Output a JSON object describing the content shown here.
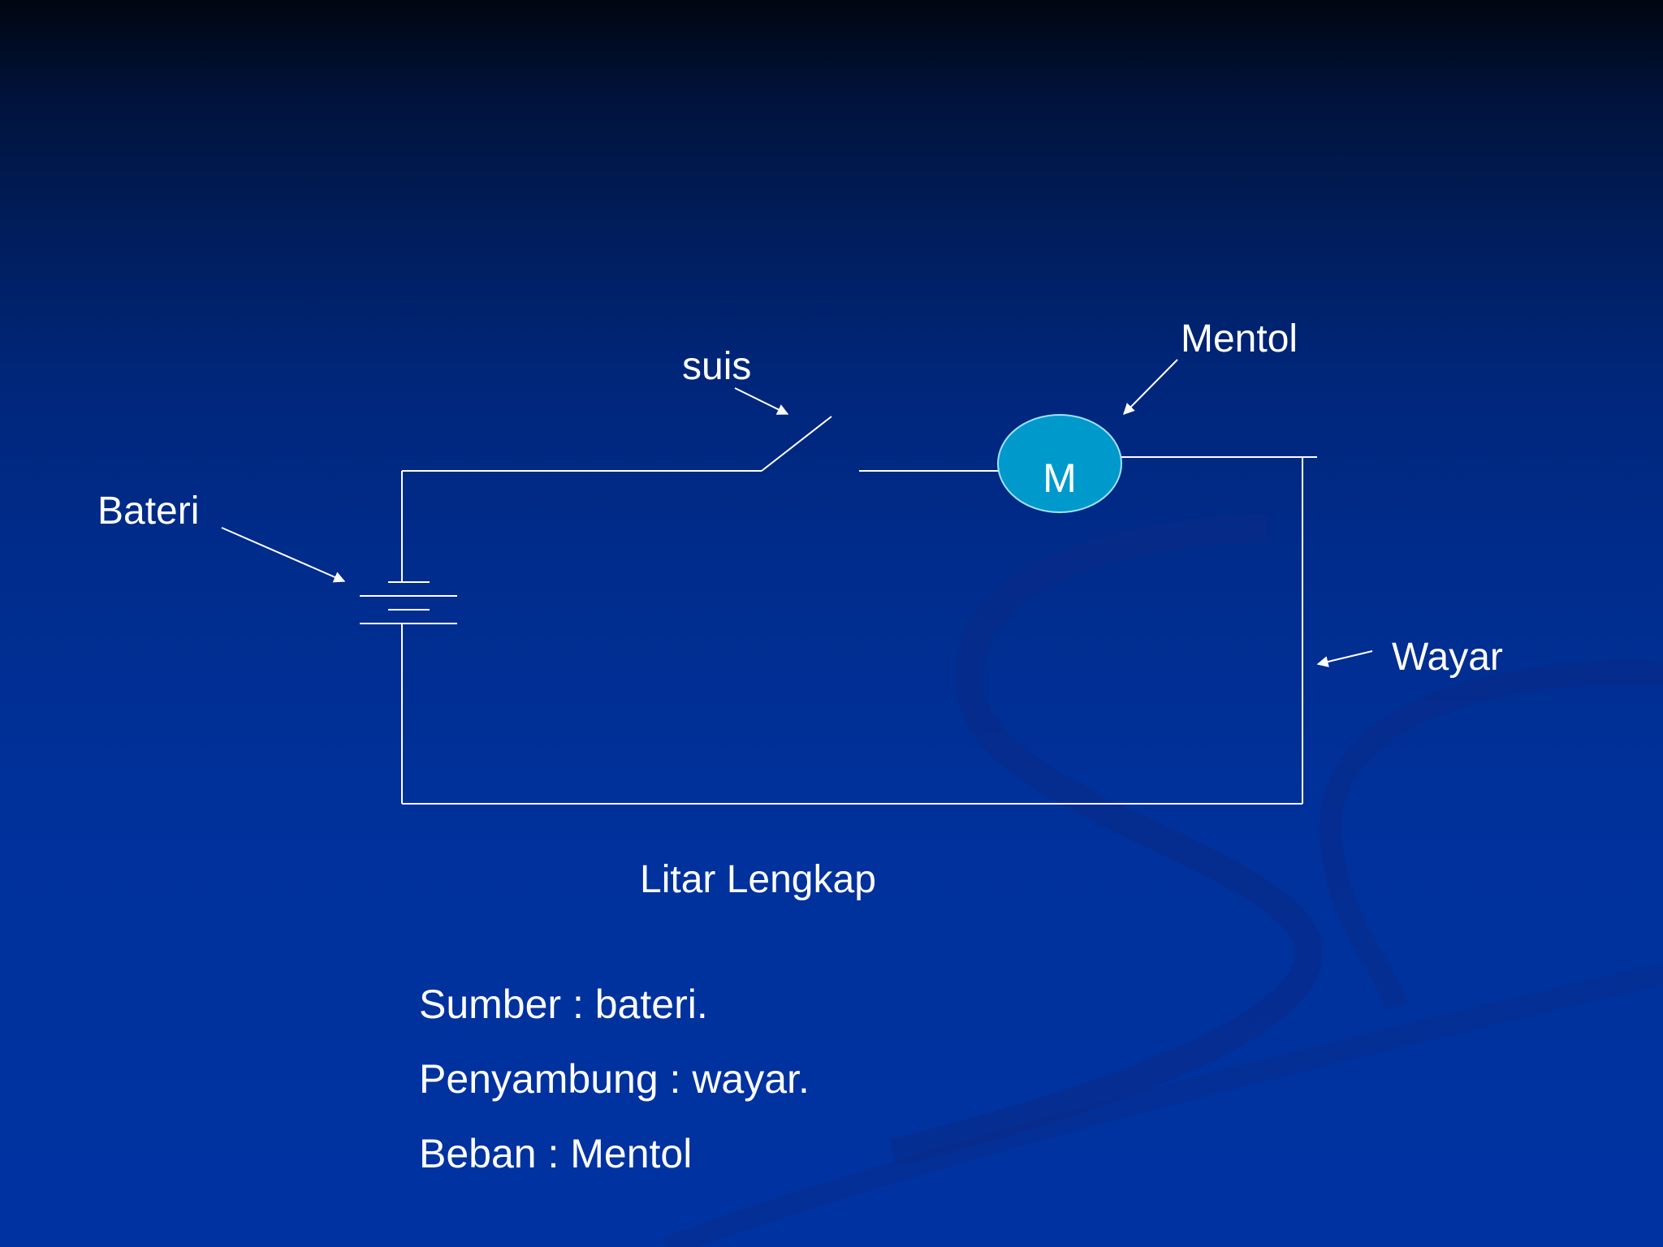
{
  "diagram": {
    "title": "Litar Lengkap",
    "labels": {
      "switch": "suis",
      "battery": "Bateri",
      "bulb": "Mentol",
      "wire": "Wayar"
    },
    "bulb_symbol": "M",
    "colors": {
      "wire": "#ffffff",
      "bulb_fill": "#0099cc",
      "bulb_stroke": "#9fe3ff"
    }
  },
  "notes": [
    "Sumber : bateri.",
    "Penyambung : wayar.",
    "Beban : Mentol"
  ]
}
